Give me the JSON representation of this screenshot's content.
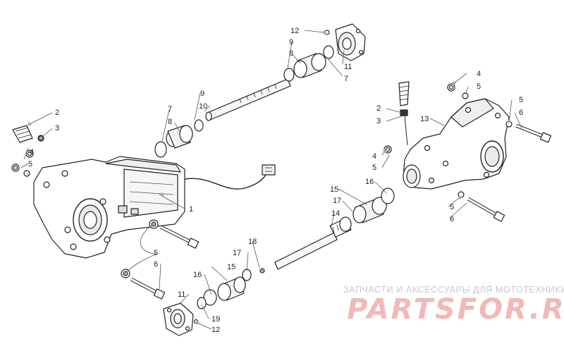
{
  "callouts": [
    {
      "id": "c-1",
      "label": "1"
    },
    {
      "id": "c-2a",
      "label": "2"
    },
    {
      "id": "c-3a",
      "label": "3"
    },
    {
      "id": "c-4a",
      "label": "4"
    },
    {
      "id": "c-5a",
      "label": "5"
    },
    {
      "id": "c-5b",
      "label": "5"
    },
    {
      "id": "c-6a",
      "label": "6"
    },
    {
      "id": "c-7a",
      "label": "7"
    },
    {
      "id": "c-8a",
      "label": "8"
    },
    {
      "id": "c-9a",
      "label": "9"
    },
    {
      "id": "c-10",
      "label": "10"
    },
    {
      "id": "c-12a",
      "label": "12"
    },
    {
      "id": "c-9b",
      "label": "9"
    },
    {
      "id": "c-8b",
      "label": "8"
    },
    {
      "id": "c-11a",
      "label": "11"
    },
    {
      "id": "c-7b",
      "label": "7"
    },
    {
      "id": "c-4b",
      "label": "4"
    },
    {
      "id": "c-5c",
      "label": "5"
    },
    {
      "id": "c-5d",
      "label": "5"
    },
    {
      "id": "c-6b",
      "label": "6"
    },
    {
      "id": "c-2b",
      "label": "2"
    },
    {
      "id": "c-3b",
      "label": "3"
    },
    {
      "id": "c-13",
      "label": "13"
    },
    {
      "id": "c-4c",
      "label": "4"
    },
    {
      "id": "c-5e",
      "label": "5"
    },
    {
      "id": "c-16a",
      "label": "16"
    },
    {
      "id": "c-15a",
      "label": "15"
    },
    {
      "id": "c-17a",
      "label": "17"
    },
    {
      "id": "c-14",
      "label": "14"
    },
    {
      "id": "c-5f",
      "label": "5"
    },
    {
      "id": "c-6c",
      "label": "6"
    },
    {
      "id": "c-18",
      "label": "18"
    },
    {
      "id": "c-17b",
      "label": "17"
    },
    {
      "id": "c-15b",
      "label": "15"
    },
    {
      "id": "c-16b",
      "label": "16"
    },
    {
      "id": "c-11b",
      "label": "11"
    },
    {
      "id": "c-19",
      "label": "19"
    },
    {
      "id": "c-12b",
      "label": "12"
    }
  ],
  "watermark": {
    "tagline": "ЗАПЧАСТИ И АКСЕССУАРЫ ДЛЯ МОТОТЕХНИКИ",
    "brand": "PARTSFOR.RU"
  },
  "colors": {
    "line": "#222222",
    "callout_dot": "#aaaaaa",
    "watermark_brand": "#f2b8b8",
    "watermark_text": "#c8c8c8"
  }
}
